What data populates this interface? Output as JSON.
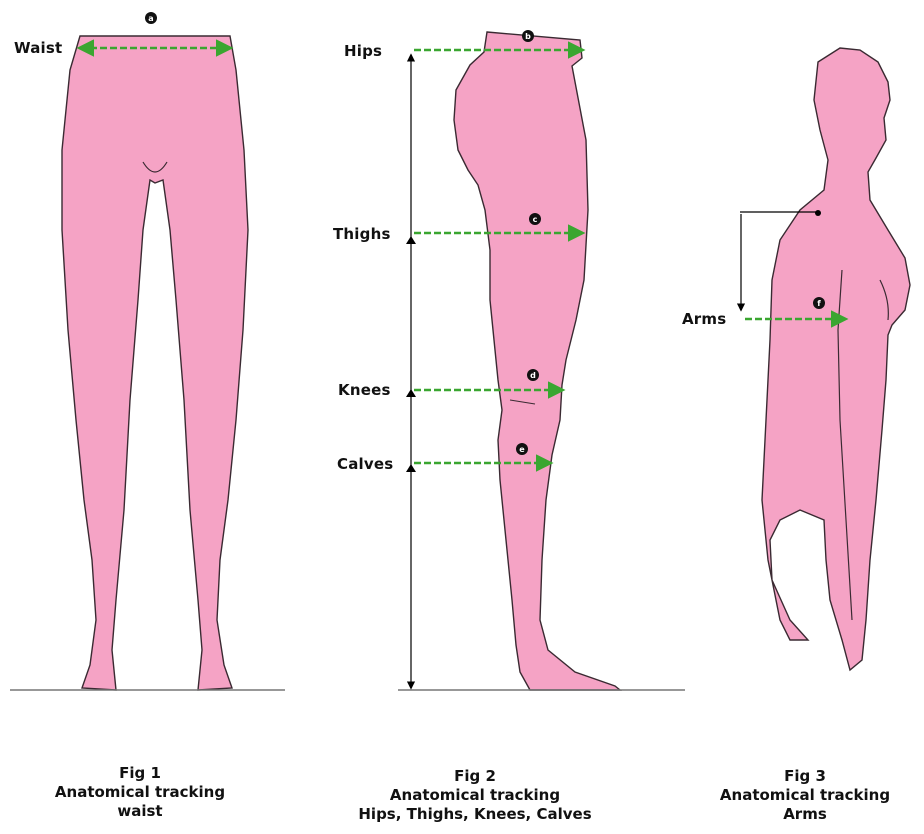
{
  "colors": {
    "skin": "#f5a3c5",
    "outline": "#3a2a32",
    "measure": "#3aa630",
    "ground": "#777777",
    "dimension": "#000000"
  },
  "figures": [
    {
      "id": "fig1",
      "caption": [
        "Fig 1",
        "Anatomical tracking",
        "waist"
      ],
      "labels": [
        "Waist"
      ]
    },
    {
      "id": "fig2",
      "caption": [
        "Fig 2",
        "Anatomical tracking",
        "Hips, Thighs, Knees, Calves"
      ],
      "labels": [
        "Hips",
        "Thighs",
        "Knees",
        "Calves"
      ]
    },
    {
      "id": "fig3",
      "caption": [
        "Fig 3",
        "Anatomical tracking",
        "Arms"
      ],
      "labels": [
        "Arms"
      ]
    }
  ],
  "markers": {
    "waist": "a",
    "hips": "b",
    "thighs": "c",
    "knees": "d",
    "calves": "e",
    "arms": "f"
  }
}
